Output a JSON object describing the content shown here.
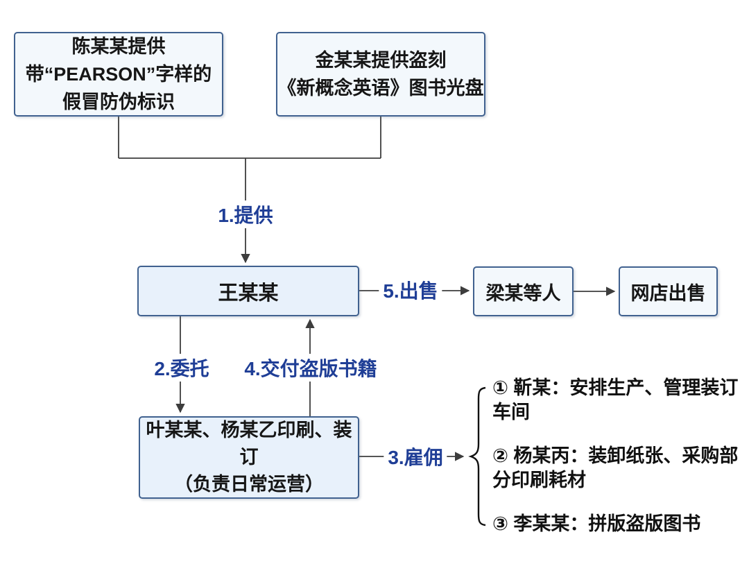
{
  "colors": {
    "box_border": "#40618f",
    "box_fill_light": "#f3f8fc",
    "box_fill_blue": "#e8f1fb",
    "edge_label_blue": "#1f3e96",
    "line_color": "#3d3d3d",
    "text_color": "#161616",
    "background": "#ffffff"
  },
  "nodes": {
    "chen": {
      "text": "陈某某提供\n带“PEARSON”字样的\n假冒防伪标识"
    },
    "jin": {
      "text": "金某某提供盗刻\n《新概念英语》图书光盘"
    },
    "wang": {
      "text": "王某某"
    },
    "liang": {
      "text": "梁某等人"
    },
    "shop": {
      "text": "网店出售"
    },
    "ye": {
      "text": "叶某某、杨某乙印刷、装订\n（负责日常运营）"
    }
  },
  "edges": {
    "provide": {
      "label": "1.提供",
      "from": "chen + jin",
      "to": "wang"
    },
    "entrust": {
      "label": "2.委托",
      "from": "wang",
      "to": "ye"
    },
    "hire": {
      "label": "3.雇佣",
      "from": "ye",
      "to": "hired-group"
    },
    "deliver": {
      "label": "4.交付盗版书籍",
      "from": "ye",
      "to": "wang"
    },
    "sell": {
      "label": "5.出售",
      "from": "wang",
      "to": "liang"
    },
    "liang_to_shop": {
      "label": "",
      "from": "liang",
      "to": "shop"
    }
  },
  "hired_list": {
    "items": [
      {
        "text": "① 靳某：安排生产、管理装订\n车间"
      },
      {
        "text": "② 杨某丙：装卸纸张、采购部\n分印刷耗材"
      },
      {
        "text": "③ 李某某：拼版盗版图书"
      }
    ]
  }
}
